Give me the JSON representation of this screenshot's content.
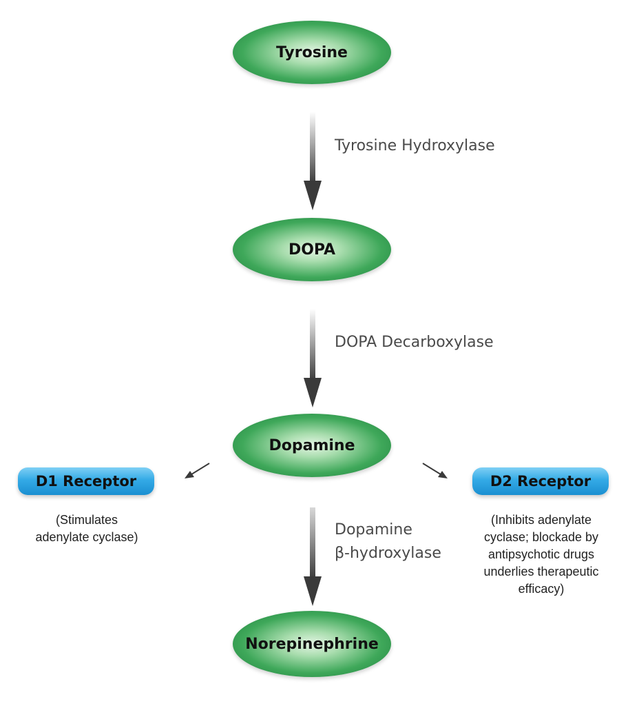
{
  "nodes": {
    "tyrosine": "Tyrosine",
    "dopa": "DOPA",
    "dopamine": "Dopamine",
    "norepinephrine": "Norepinephrine"
  },
  "enzymes": {
    "tyrosine_hydroxylase": "Tyrosine Hydroxylase",
    "dopa_decarboxylase": "DOPA Decarboxylase",
    "dopamine_beta_hydroxylase_line1": "Dopamine",
    "dopamine_beta_hydroxylase_line2": "β-hydroxylase"
  },
  "receptors": {
    "d1": {
      "label": "D1 Receptor",
      "note_lines": [
        "(Stimulates",
        "adenylate cyclase)"
      ]
    },
    "d2": {
      "label": "D2 Receptor",
      "note_lines": [
        "(Inhibits adenylate",
        "cyclase; blockade by",
        "antipsychotic drugs",
        "underlies therapeutic",
        "efficacy)"
      ]
    }
  },
  "colors": {
    "node_green": "#3fa85a",
    "receptor_blue": "#34aae6",
    "arrow": "#3a3a3a",
    "enzyme_text": "#4a4a4a"
  }
}
